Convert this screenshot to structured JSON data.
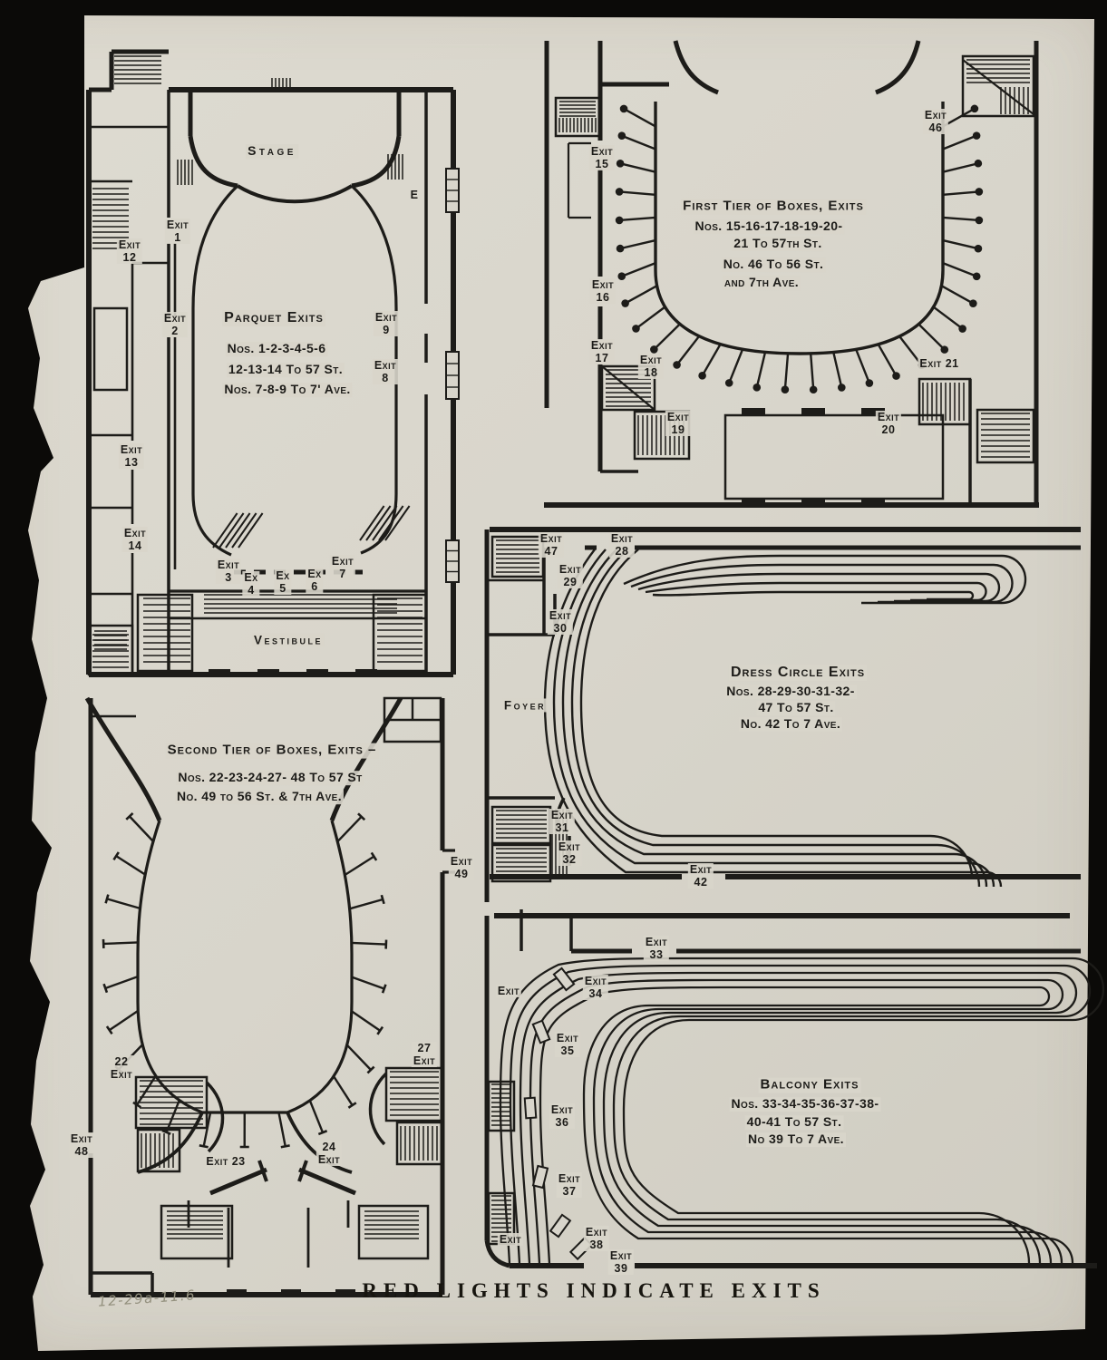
{
  "photo": {
    "background_color": "#0b0a08",
    "paper_color": "#d8d5cb",
    "ink_color": "#1d1c19",
    "caption": "RED LIGHTS INDICATE EXITS",
    "pencil_note": "12-29a-11.6"
  },
  "panels": {
    "parquet": {
      "stage": "Stage",
      "vestibule": "Vestibule",
      "door_label": "E",
      "heading": "Parquet Exits",
      "note_lines": [
        "Nos. 1-2-3-4-5-6",
        "12-13-14 To 57 St.",
        "Nos. 7-8-9 To 7' Ave."
      ],
      "exits": {
        "e1": "Exit\n1",
        "e2": "Exit\n2",
        "e3": "Exit\n3",
        "e4": "Ex\n4",
        "e5": "Ex\n5",
        "e6": "Ex\n6",
        "e7": "Exit\n7",
        "e8": "Exit\n8",
        "e9": "Exit\n9",
        "e12": "Exit\n12",
        "e13": "Exit\n13",
        "e14": "Exit\n14"
      }
    },
    "first_tier": {
      "heading": "First Tier of Boxes, Exits",
      "note_lines": [
        "Nos. 15-16-17-18-19-20-",
        "21 To 57th St.",
        "No. 46 To 56 St.",
        "and 7th Ave."
      ],
      "exits": {
        "e15": "Exit\n15",
        "e16": "Exit\n16",
        "e17": "Exit\n17",
        "e18": "Exit\n18",
        "e19": "Exit\n19",
        "e20": "Exit\n20",
        "e21": "Exit 21",
        "e46": "Exit\n46"
      }
    },
    "dress_circle": {
      "foyer": "Foyer",
      "heading": "Dress Circle Exits",
      "note_lines": [
        "Nos. 28-29-30-31-32-",
        "47 To 57 St.",
        "No. 42 To 7 Ave."
      ],
      "exits": {
        "e28": "Exit\n28",
        "e29": "Exit\n29",
        "e30": "Exit\n30",
        "e31": "Exit\n31",
        "e32": "Exit\n32",
        "e42": "Exit\n42",
        "e47": "Exit\n47"
      }
    },
    "second_tier": {
      "heading": "Second Tier of Boxes, Exits –",
      "note_lines": [
        "Nos. 22-23-24-27- 48 To 57 St",
        "No. 49 to 56 St. & 7th Ave."
      ],
      "exits": {
        "e22": "22\nExit",
        "e23": "Exit 23",
        "e24": "24\nExit",
        "e27": "27\nExit",
        "e48": "Exit\n48",
        "e49": "Exit\n49"
      }
    },
    "balcony": {
      "heading": "Balcony Exits",
      "note_lines": [
        "Nos. 33-34-35-36-37-38-",
        "40-41 To 57 St.",
        "No 39 To 7 Ave."
      ],
      "exits": {
        "e33": "Exit\n33",
        "e34": "Exit\n34",
        "e35": "Exit\n35",
        "e36": "Exit\n36",
        "e37": "Exit\n37",
        "e38": "Exit\n38",
        "e39": "Exit\n39",
        "e_upper": "Exit",
        "e_lower": "Exit"
      }
    }
  }
}
